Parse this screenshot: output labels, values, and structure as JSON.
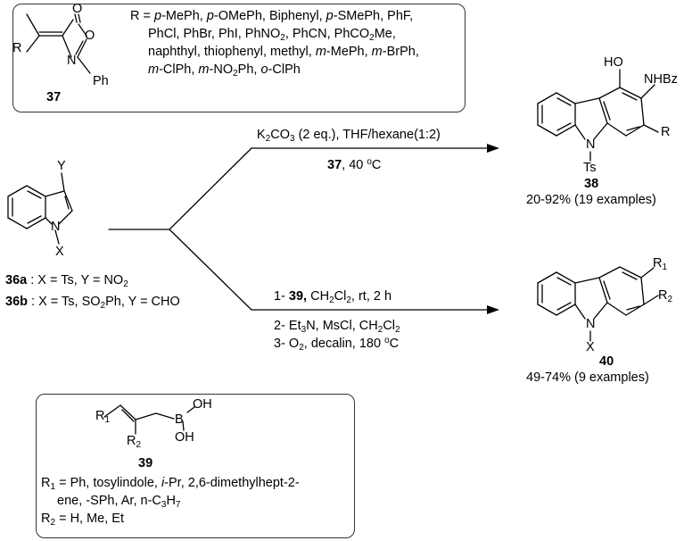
{
  "top_box": {
    "compound_number": "37",
    "struct": {
      "o": "O",
      "o2": "O",
      "n": "N",
      "r": "R",
      "ph": "Ph"
    },
    "r_defs": {
      "line1": {
        "p0": "R = ",
        "i1": "p",
        "p1": "-MePh, ",
        "i2": "p",
        "p2": "-OMePh, Biphenyl, ",
        "i3": "p",
        "p3": "-SMePh, PhF,"
      },
      "line2": {
        "p0": "PhCl, PhBr, PhI, PhNO",
        "s1": "2",
        "p1": ", PhCN, PhCO",
        "s2": "2",
        "p2": "Me,"
      },
      "line3": {
        "p0": "naphthyl, thiophenyl, methyl, ",
        "i1": "m",
        "p1": "-MePh, ",
        "i2": "m",
        "p2": "-BrPh,"
      },
      "line4": {
        "i1": "m",
        "p1": "-ClPh, ",
        "i2": "m",
        "p2": "-NO",
        "s1": "2",
        "p3": "Ph, ",
        "i3": "o",
        "p4": "-ClPh"
      }
    }
  },
  "indole": {
    "struct": {
      "y": "Y",
      "n": "N",
      "x": "X"
    },
    "label_a": {
      "num": "36a",
      "text": " : X = Ts, Y = NO",
      "sub": "2"
    },
    "label_b": {
      "num": "36b",
      "text": " : X = Ts, SO",
      "sub": "2",
      "text2": "Ph, Y = CHO"
    }
  },
  "upper_arrow": {
    "reagent_top": {
      "p0": "K",
      "s1": "2",
      "p1": "CO",
      "s2": "3",
      "p2": " (2 eq.), THF/hexane(1:2)"
    },
    "reagent_bottom": {
      "num": "37",
      "p0": ", 40 ",
      "sup": "o",
      "p1": "C"
    }
  },
  "lower_arrow": {
    "step1": {
      "p0": "1-  ",
      "num": "39,",
      "p1": " CH",
      "s1": "2",
      "p2": "Cl",
      "s2": "2",
      "p3": ", rt, 2 h"
    },
    "step2": {
      "p0": "2- Et",
      "s1": "3",
      "p1": "N, MsCl, CH",
      "s2": "2",
      "p2": "Cl",
      "s3": "2"
    },
    "step3": {
      "p0": "3- O",
      "s1": "2",
      "p1": ", decalin, 180 ",
      "sup": "o",
      "p2": "C"
    }
  },
  "product_38": {
    "struct": {
      "ho": "HO",
      "nhbz": "NHBz",
      "r": "R",
      "n": "N",
      "ts": "Ts"
    },
    "number": "38",
    "yield": "20-92% (19 examples)"
  },
  "product_40": {
    "struct": {
      "r1": "R",
      "r1_sub": "1",
      "r2": "R",
      "r2_sub": "2",
      "n": "N",
      "x": "X"
    },
    "number": "40",
    "yield": "49-74% (9 examples)"
  },
  "bottom_box": {
    "struct": {
      "r1": "R",
      "r1_sub": "1",
      "r2": "R",
      "r2_sub": "2",
      "b": "B",
      "oh1": "OH",
      "oh2": "OH"
    },
    "compound_number": "39",
    "r1_line1": {
      "p0": "R",
      "s1": "1",
      "p1": " = Ph, tosylindole, ",
      "i1": "i",
      "p2": "-Pr, 2,6-dimethylhept-2-"
    },
    "r1_line2": "ene, -SPh, Ar, n-C",
    "r1_line2_sub1": "3",
    "r1_line2_p": "H",
    "r1_line2_sub2": "7",
    "r2_line": {
      "p0": "R",
      "s1": "2",
      "p1": " = H, Me, Et"
    }
  }
}
